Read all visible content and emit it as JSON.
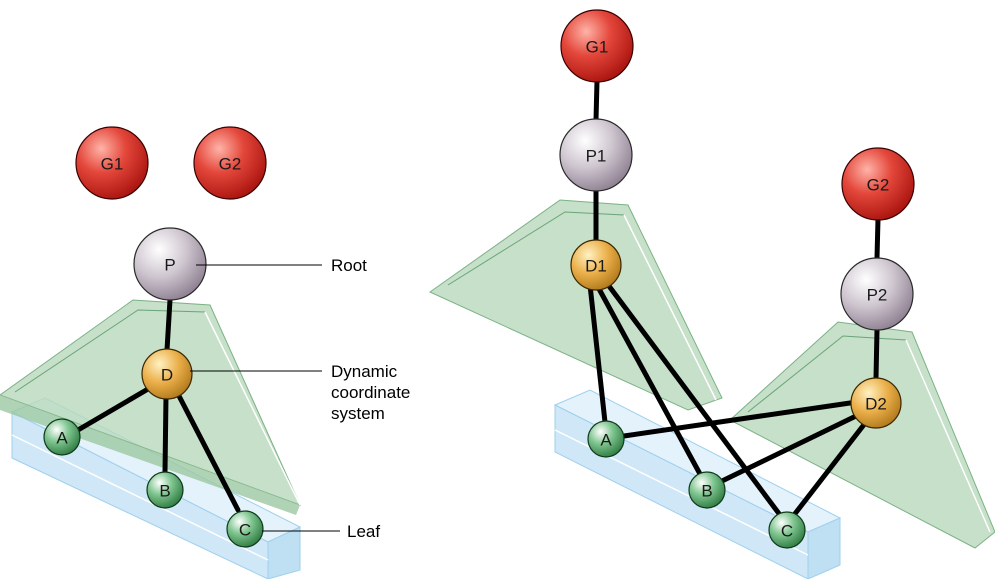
{
  "left_diagram": {
    "nodes": {
      "g1": "G1",
      "g2": "G2",
      "p": "P",
      "d": "D",
      "a": "A",
      "b": "B",
      "c": "C"
    },
    "callouts": {
      "root": "Root",
      "dynamic_line1": "Dynamic",
      "dynamic_line2": "coordinate",
      "dynamic_line3": "system",
      "leaf": "Leaf"
    }
  },
  "right_diagram": {
    "nodes": {
      "g1": "G1",
      "p1": "P1",
      "d1": "D1",
      "g2": "G2",
      "p2": "P2",
      "d2": "D2",
      "a": "A",
      "b": "B",
      "c": "C"
    }
  },
  "colors": {
    "goal_node": "#d9302a",
    "parent_node": "#b9adbb",
    "dynamic_node": "#e4a73a",
    "leaf_node": "#3f9b57",
    "green_plane": "#b8d8bc",
    "blue_box": "#cfe7f7",
    "edge": "#000000"
  }
}
